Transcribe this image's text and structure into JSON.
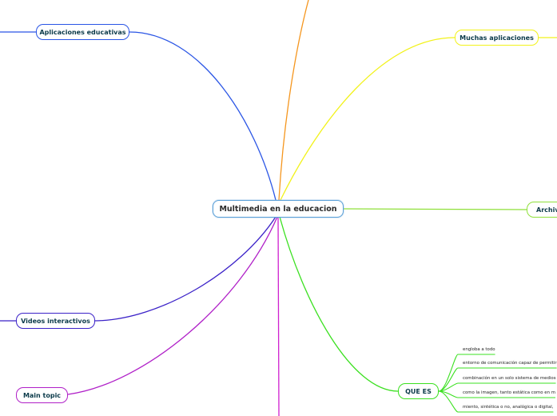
{
  "central": {
    "label": "Multimedia en la educacion",
    "color": "#5aa0d8"
  },
  "branches": [
    {
      "id": "aplicaciones",
      "label": "Aplicaciones educativas",
      "color": "#2a55e5"
    },
    {
      "id": "muchas",
      "label": "Muchas aplicaciones",
      "color": "#f2f21a"
    },
    {
      "id": "archivos",
      "label": "Archivo",
      "color": "#8fe03a"
    },
    {
      "id": "videos",
      "label": "Videos interactivos",
      "color": "#3b22c8"
    },
    {
      "id": "main",
      "label": "Main topic",
      "color": "#b020c8"
    },
    {
      "id": "que",
      "label": "QUE ES",
      "color": "#3be020"
    },
    {
      "id": "orange",
      "label": "",
      "color": "#f5961e"
    },
    {
      "id": "magenta",
      "label": "",
      "color": "#d020d0"
    }
  ],
  "que_es_items": [
    "engloba a todo",
    "entorno de comunicación capaz de permitir",
    "combinación en un solo sistema de medios",
    "como la imagen, tanto estática como en m",
    "miento, sintética o no, analógica o digital,"
  ]
}
